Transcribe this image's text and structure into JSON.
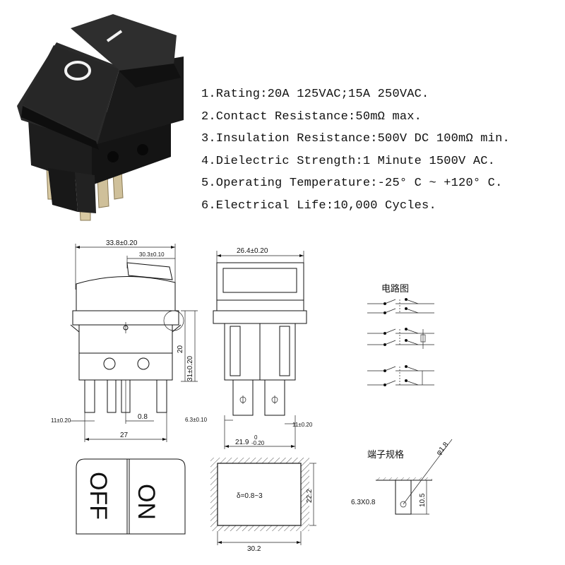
{
  "product_photo": {
    "on_symbol": "I",
    "off_symbol": "O"
  },
  "specs": [
    "1.Rating:20A 125VAC;15A 250VAC.",
    "2.Contact Resistance:50mΩ max.",
    "3.Insulation Resistance:500V DC  100mΩ min.",
    "4.Dielectric Strength:1 Minute 1500V AC.",
    "5.Operating Temperature:-25° C ~ +120° C.",
    "6.Electrical Life:10,000 Cycles."
  ],
  "front_view": {
    "width_outer": "33.8±0.20",
    "width_actuator": "30.3±0.10",
    "height_upper": "20",
    "height_total": "31±0.20",
    "bottom_left": "11±0.20",
    "bottom_gap": "0.8",
    "bottom_width": "27"
  },
  "side_view": {
    "width_top": "26.4±0.20",
    "terminal_width": "6.3±0.10",
    "bottom_right": "11±0.20",
    "bottom_width": "21.9",
    "bottom_tol_upper": "0",
    "bottom_tol_lower": "-0.20"
  },
  "circuit": {
    "title": "电路图"
  },
  "panel_cutout": {
    "thickness": "δ=0.8~3",
    "height": "22.2",
    "width": "30.2"
  },
  "terminal_spec": {
    "title": "端子规格",
    "hole": "φ1.8",
    "size": "6.3X0.8",
    "length": "10.5"
  },
  "actuator_face": {
    "off_label": "OFF",
    "on_label": "ON"
  }
}
